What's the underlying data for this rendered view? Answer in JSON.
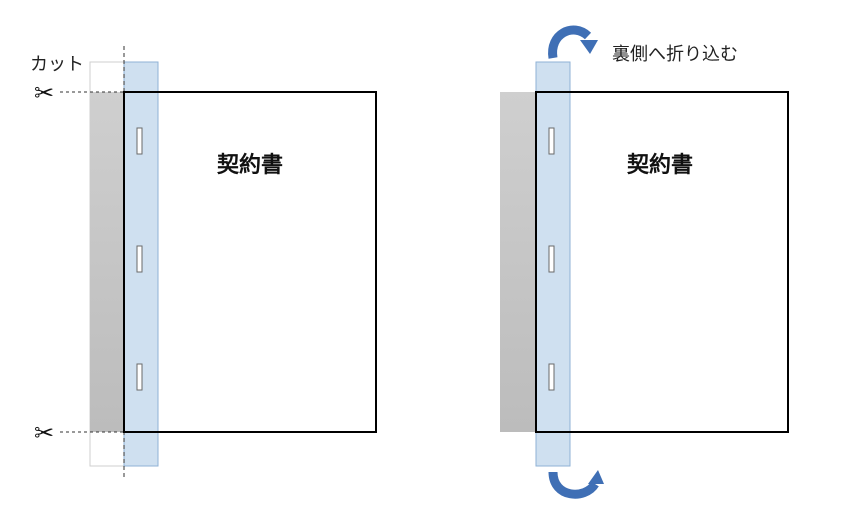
{
  "left_diagram": {
    "cut_label": "カット",
    "document_title": "契約書",
    "scissors_glyph": "✂"
  },
  "right_diagram": {
    "document_title": "契約書",
    "fold_label": "裏側へ折り込む"
  },
  "colors": {
    "binding_strip": "#cfe0f0",
    "binding_strip_stroke": "#8fb2d6",
    "gray_margin": "#c8c8c8",
    "arrow_blue": "#3f6fb5",
    "document_border": "#000000"
  }
}
